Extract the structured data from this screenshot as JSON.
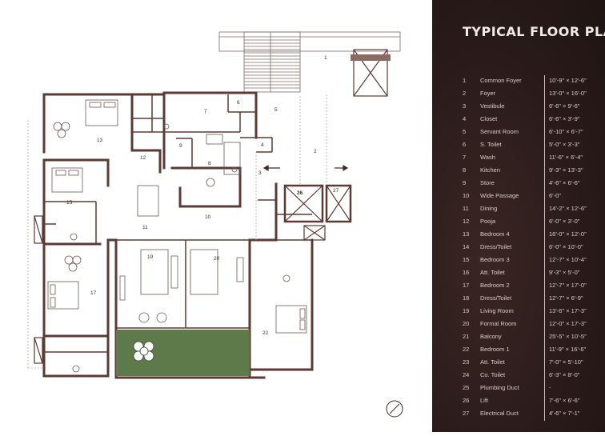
{
  "title": "TYPICAL  FLOOR PLAN",
  "legend": [
    {
      "no": "1",
      "name": "Common Foyer",
      "dim": "10'-9\" x 12'-6\""
    },
    {
      "no": "2",
      "name": "Foyer",
      "dim": "13'-0\" x 16'-0\""
    },
    {
      "no": "3",
      "name": "Vestibule",
      "dim": "6'-6\" x 9'-6\""
    },
    {
      "no": "4",
      "name": "Closet",
      "dim": "6'-6\" x 3'-9\""
    },
    {
      "no": "5",
      "name": "Servant Room",
      "dim": "6'-10\" x 6'-7\""
    },
    {
      "no": "6",
      "name": "S. Toilet",
      "dim": "5'-0\" x 3'-3\""
    },
    {
      "no": "7",
      "name": "Wash",
      "dim": "11'-6\" x 6'-4\""
    },
    {
      "no": "8",
      "name": "Kitchen",
      "dim": "9'-3\" x 13'-3\""
    },
    {
      "no": "9",
      "name": "Store",
      "dim": "4'-6\" x 6'-6\""
    },
    {
      "no": "10",
      "name": "Wide Passage",
      "dim": "6'-0\""
    },
    {
      "no": "11",
      "name": "Dining",
      "dim": "14'-2\" x 12'-6\""
    },
    {
      "no": "12",
      "name": "Pooja",
      "dim": "6'-0\" x 3'-0\""
    },
    {
      "no": "13",
      "name": "Bedroom 4",
      "dim": "16'-0\" x 12'-0\""
    },
    {
      "no": "14",
      "name": "Dress/Toilet",
      "dim": "6'-0\" x 10'-0\""
    },
    {
      "no": "15",
      "name": "Bedroom 3",
      "dim": "12'-7\" x 10'-4\""
    },
    {
      "no": "16",
      "name": "Att. Toilet",
      "dim": "9'-3\" x 5'-0\""
    },
    {
      "no": "17",
      "name": "Bedroom 2",
      "dim": "12'-7\" x 17'-0\""
    },
    {
      "no": "18",
      "name": "Dress/Toilet",
      "dim": "12'-7\" x 6'-9\""
    },
    {
      "no": "19",
      "name": "Living Room",
      "dim": "13'-6\" x 17'-3\""
    },
    {
      "no": "20",
      "name": "Formal Room",
      "dim": "12'-0\" x 17'-3\""
    },
    {
      "no": "21",
      "name": "Balcony",
      "dim": "25'-5\" x 10'-5\""
    },
    {
      "no": "22",
      "name": "Bedroom 1",
      "dim": "11'-9\" x 16'-6\""
    },
    {
      "no": "23",
      "name": "Att. Toilet",
      "dim": "7'-0\" x 5'-10\""
    },
    {
      "no": "24",
      "name": "Co. Toilet",
      "dim": "6'-3\" x 8'-0\""
    },
    {
      "no": "25",
      "name": "Plumbing Duct",
      "dim": "-"
    },
    {
      "no": "26",
      "name": "Lift",
      "dim": "7'-6\" x 6'-6\""
    },
    {
      "no": "27",
      "name": "Electrical Duct",
      "dim": "4'-6\" x 7'-1\""
    }
  ],
  "plan_labels": {
    "r1": "1",
    "r2": "2",
    "r3": "3",
    "r4": "4",
    "r5": "5",
    "r6": "6",
    "r7": "7",
    "r8": "8",
    "r9": "9",
    "r10": "10",
    "r11": "11",
    "r12": "12",
    "r13": "13",
    "r15": "15",
    "r17": "17",
    "r19": "19",
    "r20": "20",
    "r22": "22",
    "r26": "26",
    "r27": "27"
  },
  "colors": {
    "wall": "#5b3a33",
    "balcony": "#5e7a4a",
    "panel": "#2a1b1a"
  }
}
